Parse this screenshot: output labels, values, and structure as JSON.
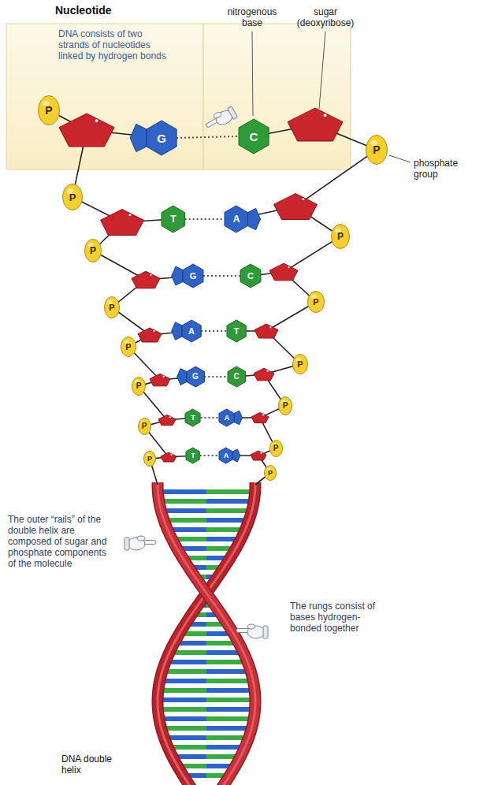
{
  "diagram": {
    "nodes": [
      {
        "text": [
          "Nucleotide",
          "DNA consists of two strands of nucleotides linked by hydrogen bonds"
        ]
      },
      {
        "text": [
          "P"
        ],
        "in": 0
      },
      {
        "text": [
          "G"
        ],
        "in": 0
      },
      {
        "text": [
          "C"
        ]
      },
      {
        "text": [
          "P"
        ]
      },
      {
        "text": [
          "P"
        ]
      },
      {
        "text": [
          "T"
        ]
      },
      {
        "text": [
          "A"
        ]
      },
      {
        "text": [
          "P"
        ]
      },
      {
        "text": [
          "P"
        ]
      },
      {
        "text": [
          "G"
        ]
      },
      {
        "text": [
          "C"
        ]
      },
      {
        "text": [
          "P"
        ]
      },
      {
        "text": [
          "P"
        ]
      },
      {
        "text": [
          "A"
        ]
      },
      {
        "text": [
          "T"
        ]
      },
      {
        "text": [
          "P"
        ]
      },
      {
        "text": [
          "P"
        ]
      },
      {
        "text": [
          "G"
        ]
      },
      {
        "text": [
          "C"
        ]
      },
      {
        "text": [
          "P"
        ]
      },
      {
        "text": [
          "P"
        ]
      },
      {
        "text": [
          "T"
        ]
      },
      {
        "text": [
          "A"
        ]
      },
      {
        "text": [
          "P"
        ]
      },
      {
        "text": [
          "P"
        ]
      },
      {
        "text": [
          "T"
        ]
      },
      {
        "text": [
          "A"
        ]
      },
      {
        "text": [
          "P"
        ]
      },
      {
        "text": [
          "P"
        ]
      }
    ],
    "edges": [
      {
        "from": 2,
        "to": 3,
        "arrow": "none"
      },
      {
        "from": 6,
        "to": 7,
        "arrow": "none"
      },
      {
        "from": 10,
        "to": 11,
        "arrow": "none"
      },
      {
        "from": 14,
        "to": 15,
        "arrow": "none"
      },
      {
        "from": 18,
        "to": 19,
        "arrow": "none"
      },
      {
        "from": 22,
        "to": 23,
        "arrow": "none"
      },
      {
        "from": 26,
        "to": 27,
        "arrow": "none"
      }
    ],
    "labels": [
      "nitrogenous base",
      "sugar (deoxyribose)",
      "phosphate group",
      "The outer “rails” of the double helix are composed of sugar and phosphate components of the molecule",
      "The rungs consist of bases hydrogen-bonded together",
      "DNA double helix"
    ]
  }
}
